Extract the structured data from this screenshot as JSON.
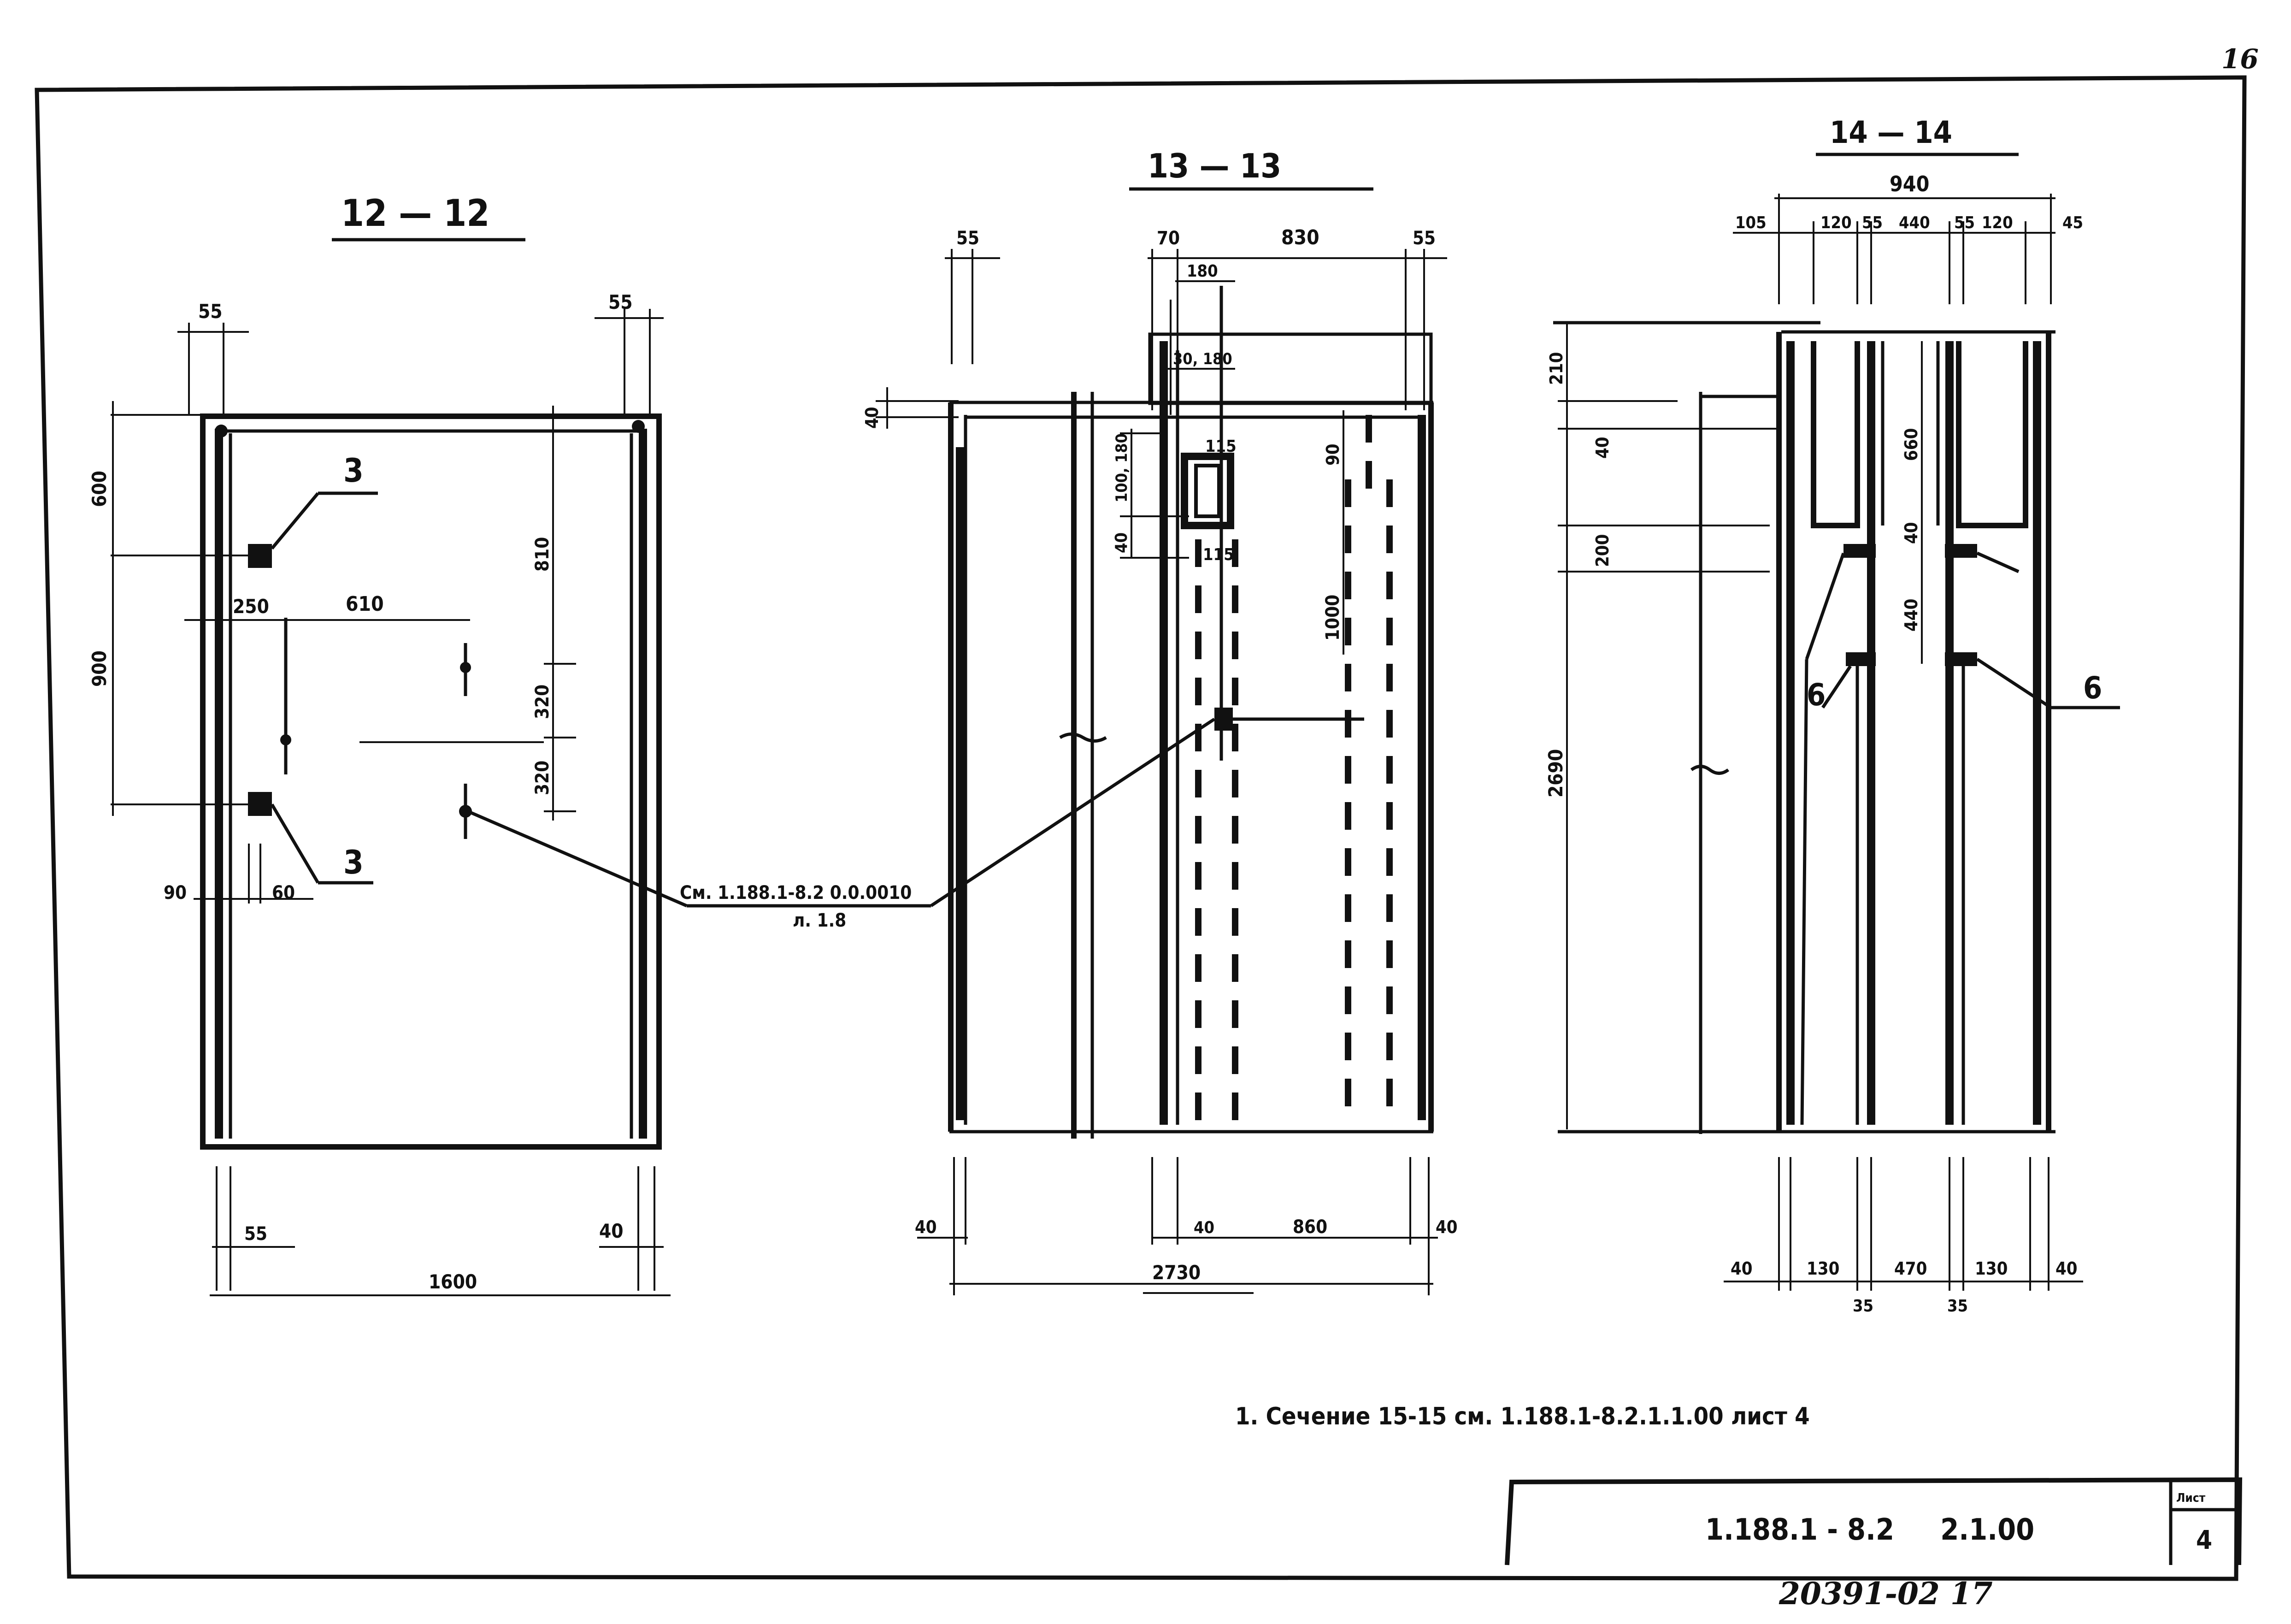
{
  "page_number": "16",
  "sections": {
    "s12": {
      "title": "12 — 12",
      "dims": {
        "top_left": "55",
        "top_right": "55",
        "v_600": "600",
        "v_900": "900",
        "v_810": "810",
        "v_320a": "320",
        "v_320b": "320",
        "h_250": "250",
        "h_610": "610",
        "h_90": "90",
        "h_60": "60",
        "bottom_55": "55",
        "bottom_40": "40",
        "overall": "1600"
      },
      "callouts": {
        "upper": "3",
        "lower": "3"
      }
    },
    "s13": {
      "title": "13 — 13",
      "dims": {
        "top_55_left": "55",
        "top_70": "70",
        "top_830": "830",
        "top_55_right": "55",
        "d_180": "180",
        "d_30_180": "30, 180",
        "d_115_top": "115",
        "d_115_bottom": "115",
        "v_40": "40",
        "v_100_180": "100, 180",
        "v_40b": "40",
        "v_90": "90",
        "v_1000": "1000",
        "bottom_40_left": "40",
        "bottom_40_mid": "40",
        "bottom_860": "860",
        "bottom_40_right": "40",
        "overall": "2730"
      }
    },
    "s14": {
      "title": "14 — 14",
      "dims": {
        "overall_top": "940",
        "t_105": "105",
        "t_120a": "120",
        "t_55a": "55",
        "t_440": "440",
        "t_55b": "55",
        "t_120b": "120",
        "t_45": "45",
        "v_210": "210",
        "v_40": "40",
        "v_200": "200",
        "v_2690": "2690",
        "v_660": "660",
        "v_40b": "40",
        "v_440": "440",
        "b_40_left": "40",
        "b_130a": "130",
        "b_35a": "35",
        "b_470": "470",
        "b_35b": "35",
        "b_130b": "130",
        "b_40_right": "40"
      },
      "callouts": {
        "left": "6",
        "right": "6"
      }
    }
  },
  "leader_note": {
    "line1": "См. 1.188.1-8.2 0.0.0010",
    "line2": "л. 1.8"
  },
  "footnote": "1. Сечение 15-15 см. 1.188.1-8.2.1.1.00 лист 4",
  "title_block": {
    "designation": "1.188.1 - 8.2     2.1.00",
    "sheet_label": "Лист",
    "sheet": "4"
  },
  "archive_number": "20391-02 17"
}
